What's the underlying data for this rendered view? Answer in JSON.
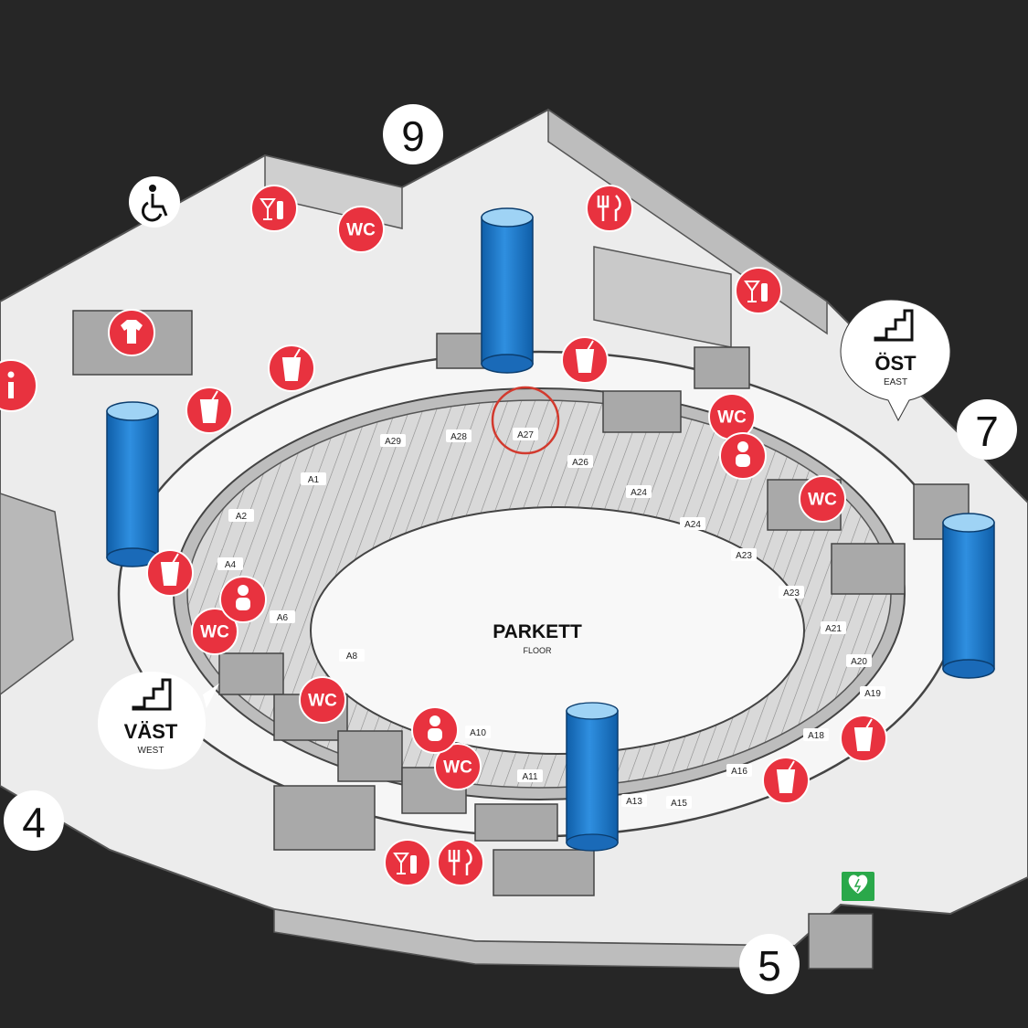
{
  "floor": {
    "title": "PARKETT",
    "subtitle": "FLOOR"
  },
  "gates": [
    "9",
    "7",
    "4",
    "5"
  ],
  "stairs": {
    "east": {
      "title": "ÖST",
      "subtitle": "EAST"
    },
    "west": {
      "title": "VÄST",
      "subtitle": "WEST"
    }
  },
  "sections": [
    "A1",
    "A2",
    "A4",
    "A6",
    "A8",
    "A10",
    "A11",
    "A13",
    "A15",
    "A16",
    "A18",
    "A19",
    "A20",
    "A21",
    "A23",
    "A23",
    "A24",
    "A24",
    "A26",
    "A27",
    "A28",
    "A29"
  ],
  "highlighted_section": "A27",
  "icons": {
    "wc_label": "WC",
    "restroom_icon": "wc-icon",
    "bar_icon": "bar-icon",
    "restaurant_icon": "restaurant-icon",
    "drink_icon": "drink-icon",
    "baby_care_icon": "baby-care-icon",
    "merch_icon": "merchandise-icon",
    "info_icon": "info-icon",
    "accessible_icon": "wheelchair-icon",
    "defibrillator_icon": "defibrillator-icon"
  },
  "colors": {
    "background": "#262626",
    "poi": "#e8323f",
    "pillar": "#1b7bd0",
    "aed": "#2aa84a"
  }
}
